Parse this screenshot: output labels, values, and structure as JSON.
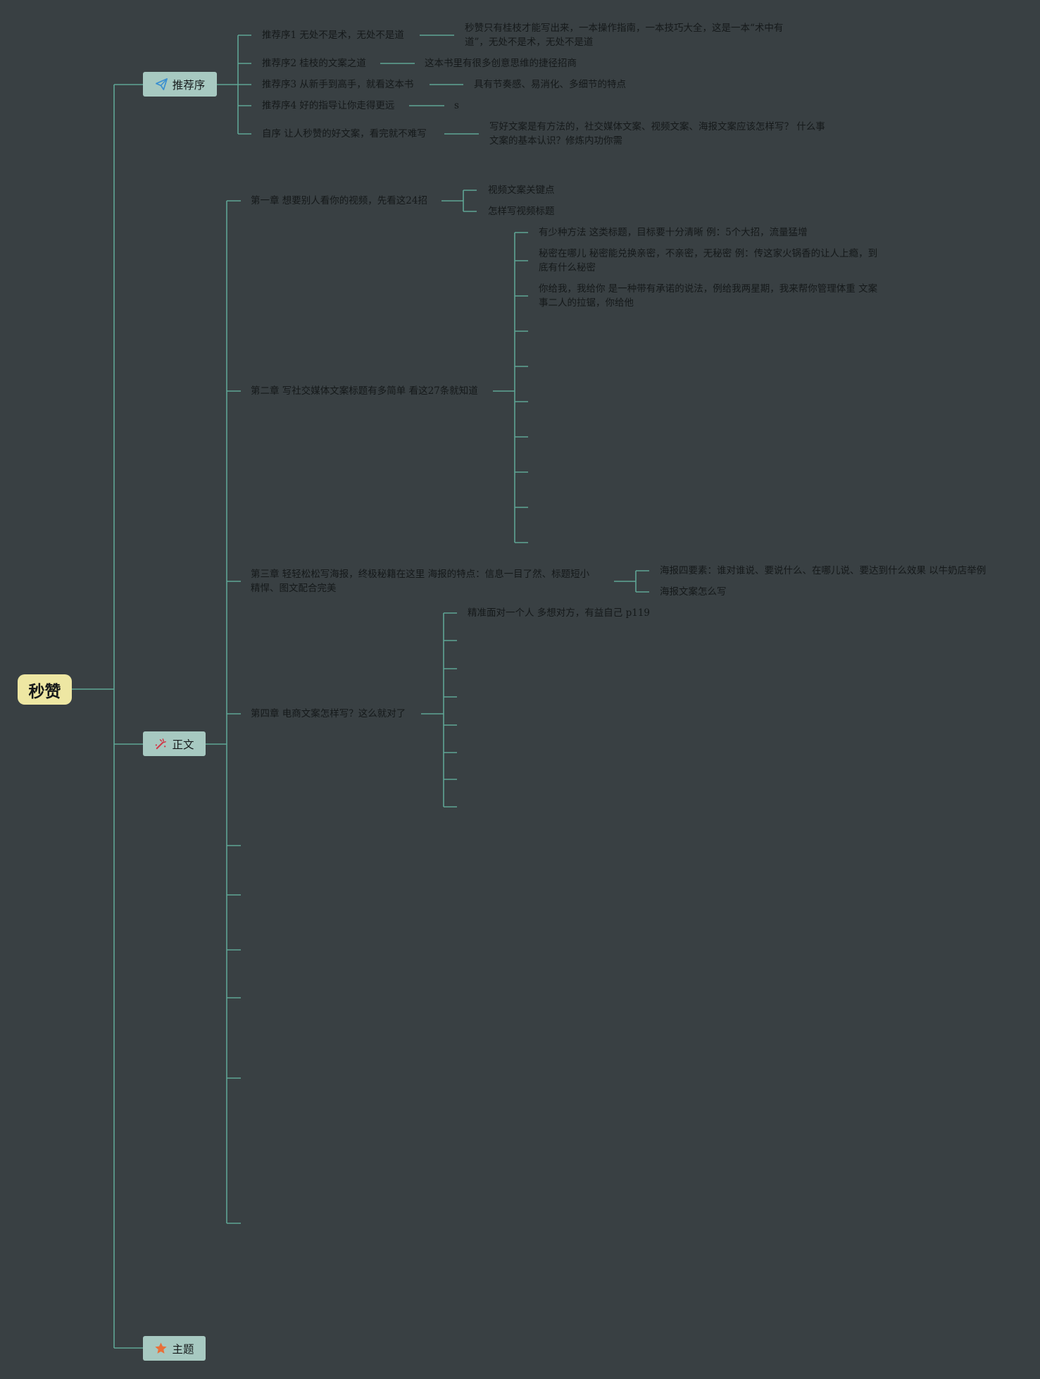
{
  "root": {
    "label": "秒赞"
  },
  "branches": {
    "recommend": {
      "label": "推荐序",
      "icon": "paper-plane-icon",
      "items": [
        {
          "label": "推荐序1 无处不是术，无处不是道",
          "detail_line1": "秒赞只有桂枝才能写出来，一本操作指南，一本技巧大全，这是一本“术中有",
          "detail_line2": "道”，无处不是术，无处不是道"
        },
        {
          "label": "推荐序2 桂枝的文案之道",
          "detail": "这本书里有很多创意思维的捷径招商"
        },
        {
          "label": "推荐序3 从新手到高手，就看这本书",
          "detail": "具有节奏感、易消化、多细节的特点"
        },
        {
          "label": "推荐序4 好的指导让你走得更远",
          "detail": "s"
        },
        {
          "label": "自序 让人秒赞的好文案，看完就不难写",
          "detail_line1": "写好文案是有方法的，社交媒体文案、视频文案、海报文案应该怎样写？ 什么事",
          "detail_line2": "文案的基本认识？修炼内功你需"
        }
      ]
    },
    "body": {
      "label": "正文",
      "icon": "magic-wand-icon",
      "chapters": {
        "ch1": {
          "label": "第一章 想要别人看你的视频，先看这24招",
          "children": [
            "视频文案关键点",
            "怎样写视频标题"
          ]
        },
        "ch2": {
          "label": "第二章 写社交媒体文案标题有多简单 看这27条就知道",
          "children": [
            {
              "line1": "有少种方法 这类标题，目标要十分清晰 例：5个大招，流量猛增"
            },
            {
              "line1": "秘密在哪儿 秘密能兑换亲密，不亲密，无秘密 例：传这家火锅香的让人上瘾，到",
              "line2": "底有什么秘密"
            },
            {
              "line1": "你给我，我给你 是一种带有承诺的说法，例给我两星期，我来帮你管理体重 文案",
              "line2": "事二人的拉锯，你给他"
            }
          ]
        },
        "ch3": {
          "label_line1": "第三章 轻轻松松写海报，终极秘籍在这里 海报的特点：信息一目了然、标题短小",
          "label_line2": "精悍、图文配合完美",
          "children": [
            "海报四要素：谁对谁说、要说什么、在哪儿说、要达到什么效果 以牛奶店举例",
            "海报文案怎么写"
          ]
        },
        "ch4": {
          "label": "第四章 电商文案怎样写？这么就对了",
          "children": [
            "精准面对一个人 多想对方，有益自己 p119"
          ]
        }
      }
    },
    "theme": {
      "label": "主题",
      "icon": "star-icon"
    }
  },
  "colors": {
    "background": "#394043",
    "line": "#5fa595",
    "root_fill": "#eee7a3",
    "branch_fill": "#a7c9c1",
    "plane_icon": "#3a8fd0",
    "wand_icon": "#d03a4a",
    "star_icon": "#e8703a"
  }
}
